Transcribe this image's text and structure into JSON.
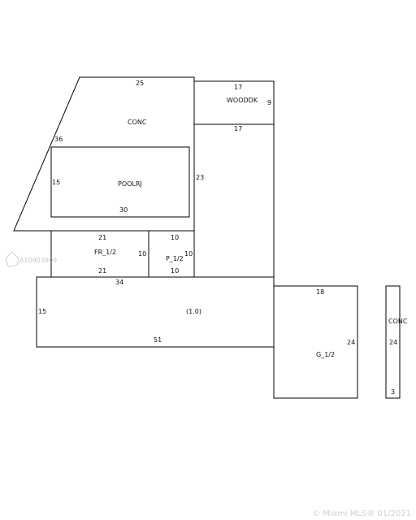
{
  "labels": {
    "conc_top": "CONC",
    "wooddk": "WOODDK",
    "poolrj": "POOLRJ",
    "fr": "FR_1/2",
    "p": "P_1/2",
    "main": "(1.0)",
    "garage": "G_1/2",
    "conc_right": "CONC"
  },
  "dimensions": {
    "conc_top": "25",
    "conc_left": "36",
    "conc_right": "23",
    "wooddk_top": "17",
    "wooddk_bottom": "17",
    "wooddk_side": "9",
    "pool_left": "15",
    "pool_bottom": "30",
    "fr_top": "21",
    "fr_bottom": "21",
    "fr_right": "10",
    "p_top": "10",
    "p_side": "10",
    "p_bottom": "10",
    "main_top": "34",
    "main_left": "15",
    "main_bottom": "51",
    "garage_top": "18",
    "garage_side": "24",
    "concr_side": "24",
    "concr_bottom": "3"
  },
  "watermark": {
    "id_text": "A10903909",
    "icon": "house-outline-icon"
  },
  "footer": {
    "copyright": "© Miami MLS® 01/2021"
  }
}
